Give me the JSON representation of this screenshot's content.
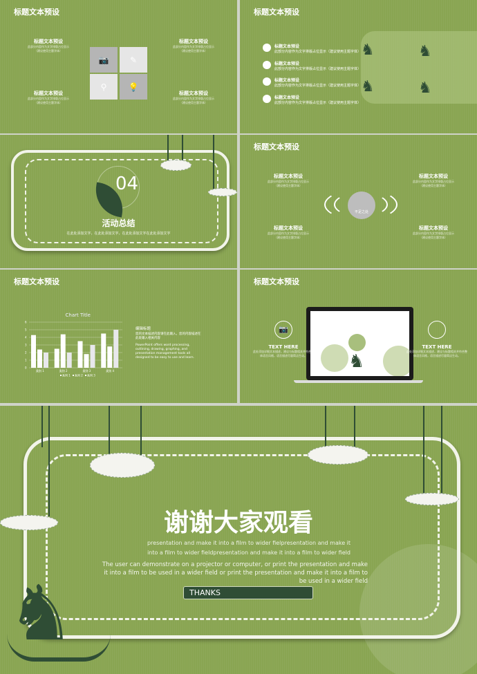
{
  "slide_title": "标题文本预设",
  "block": {
    "title": "标题文本预设",
    "line1": "此部分内容作为文字排版占位显示",
    "line2": "（建议使用主题字体）"
  },
  "list_item": {
    "title": "标题文本预设",
    "text": "此部分内容作为文字排版占位显示（建议使用主题字体）"
  },
  "section": {
    "number": "04",
    "title": "活动总结",
    "subtitle": "在此处添加文字，在此处添加文字，在此处添加文字在此处添加文字"
  },
  "center_badge": "不足之处",
  "icons": [
    "camera-icon",
    "pencil-icon",
    "search-icon",
    "lightbulb-icon"
  ],
  "chart_data": {
    "type": "bar",
    "title": "Chart Title",
    "categories": [
      "类别 1",
      "类别 2",
      "类别 3",
      "类别 4"
    ],
    "series": [
      {
        "name": "系列 1",
        "values": [
          4.3,
          2.5,
          3.5,
          4.5
        ]
      },
      {
        "name": "系列 2",
        "values": [
          2.4,
          4.4,
          1.8,
          2.8
        ]
      },
      {
        "name": "系列 3",
        "values": [
          2,
          2,
          3,
          5
        ]
      }
    ],
    "ylim": [
      0,
      6
    ],
    "yticks": [
      "0",
      "1",
      "2",
      "3",
      "4",
      "5",
      "6"
    ],
    "grid": true,
    "legend": "bottom"
  },
  "chart_note": {
    "heading": "编辑标题",
    "cn": "您的文本描述内容请在此输入，您的内容描述在此处输入相关内容",
    "en": "PowerPoint offers word processing, outlining, drawing, graphing, and presentation management tools all designed to be easy to use and learn."
  },
  "laptop_side": {
    "title": "TEXT HERE",
    "text": "此处添加详细文本描述，建议与标题相关并符合整体语言风格，语言描述尽量简洁生动。"
  },
  "final": {
    "title": "谢谢大家观看",
    "line1": "presentation and make it into a film to wider fielpresentation and make it",
    "line2": "into a film to wider fieldpresentation and make it into a film to wider field",
    "para": "The user can demonstrate on a projector or computer, or print the presentation and make it into a film to be used in a wider field or print the presentation and make it into a film to be used in a wider field",
    "button": "THANKS"
  },
  "colors": {
    "background": "#89a552",
    "dark_green": "#2f4d35",
    "white": "#ffffff"
  }
}
